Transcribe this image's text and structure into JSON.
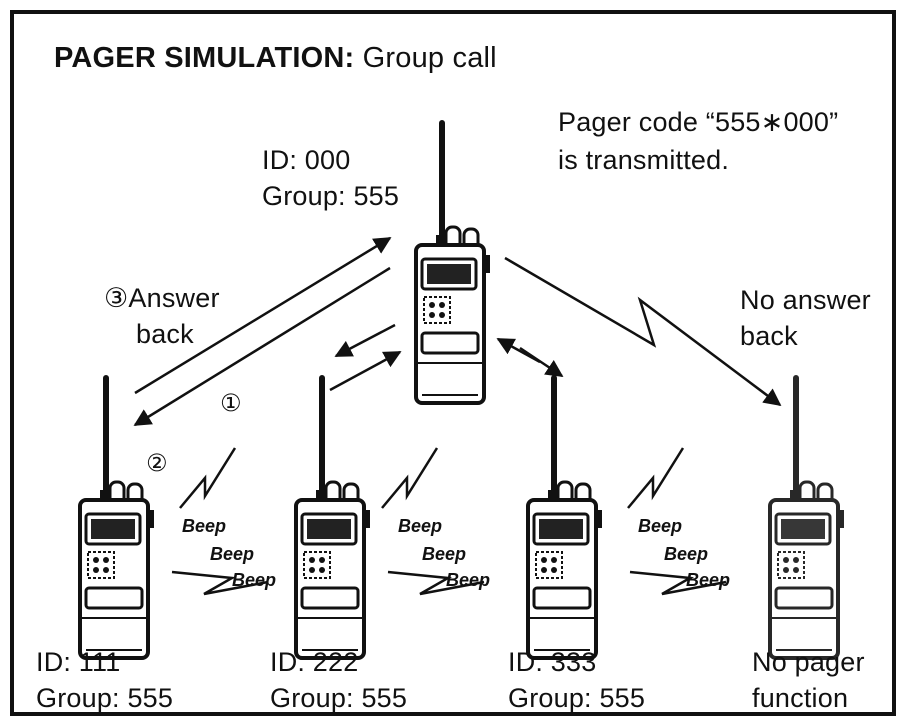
{
  "title": {
    "bold": "PAGER SIMULATION:",
    "rest": " Group call"
  },
  "pager_code_note": {
    "line1": "Pager code “555∗000”",
    "line2": "is transmitted."
  },
  "center_radio": {
    "id": "ID: 000",
    "group": "Group: 555"
  },
  "answer_back": {
    "line1": "③Answer",
    "line2": "back"
  },
  "no_answer_back": {
    "line1": "No answer",
    "line2": "back"
  },
  "step_markers": {
    "one": "①",
    "two": "②"
  },
  "beep": [
    "Beep",
    "Beep",
    "Beep"
  ],
  "radios": [
    {
      "id": "ID: 111",
      "group": "Group: 555"
    },
    {
      "id": "ID: 222",
      "group": "Group: 555"
    },
    {
      "id": "ID: 333",
      "group": "Group: 555"
    },
    {
      "id": "No pager",
      "group": "function"
    }
  ]
}
